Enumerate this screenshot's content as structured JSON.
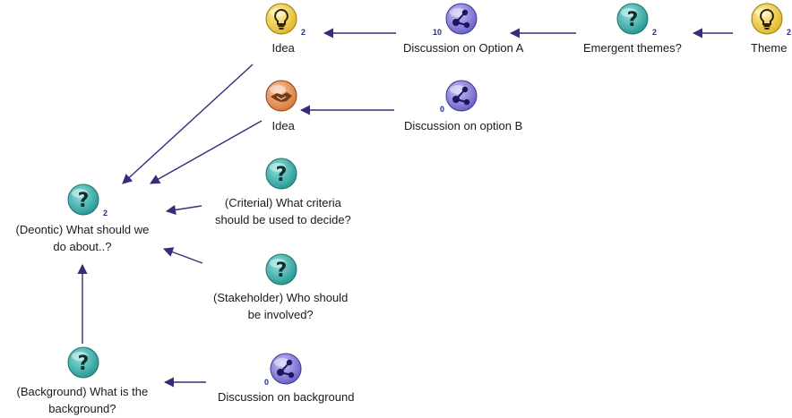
{
  "nodes": [
    {
      "id": "idea-top",
      "type": "idea",
      "label": [
        "Idea"
      ],
      "count": "2"
    },
    {
      "id": "discussion-a",
      "type": "discussion",
      "label": [
        "Discussion on Option A"
      ],
      "count": "10"
    },
    {
      "id": "emergent-themes",
      "type": "question",
      "label": [
        "Emergent themes?"
      ],
      "count": "2"
    },
    {
      "id": "theme",
      "type": "idea",
      "label": [
        "Theme"
      ],
      "count": "2"
    },
    {
      "id": "idea-handshake",
      "type": "agreement",
      "label": [
        "Idea"
      ],
      "count": ""
    },
    {
      "id": "discussion-b",
      "type": "discussion",
      "label": [
        "Discussion on option B"
      ],
      "count": "0"
    },
    {
      "id": "deontic",
      "type": "question",
      "label": [
        "(Deontic) What should we",
        "do about..?"
      ],
      "count": "2"
    },
    {
      "id": "criterial",
      "type": "question",
      "label": [
        "(Criterial) What criteria",
        "should be used to decide?"
      ],
      "count": ""
    },
    {
      "id": "stakeholder",
      "type": "question",
      "label": [
        "(Stakeholder) Who should",
        "be involved?"
      ],
      "count": ""
    },
    {
      "id": "background",
      "type": "question",
      "label": [
        "(Background) What is the",
        "background?"
      ],
      "count": ""
    },
    {
      "id": "discussion-background",
      "type": "discussion",
      "label": [
        "Discussion on background"
      ],
      "count": "0"
    }
  ],
  "links": [
    {
      "from": "discussion-a",
      "to": "idea-top"
    },
    {
      "from": "emergent-themes",
      "to": "discussion-a"
    },
    {
      "from": "theme",
      "to": "emergent-themes"
    },
    {
      "from": "discussion-b",
      "to": "idea-handshake"
    },
    {
      "from": "idea-top",
      "to": "deontic"
    },
    {
      "from": "idea-handshake",
      "to": "deontic"
    },
    {
      "from": "criterial",
      "to": "deontic"
    },
    {
      "from": "stakeholder",
      "to": "deontic"
    },
    {
      "from": "background",
      "to": "deontic"
    },
    {
      "from": "discussion-background",
      "to": "background"
    }
  ],
  "colors": {
    "link": "#3a2a7a",
    "count": "#1d2f86",
    "question": "#2a9a96",
    "idea": "#e2b829",
    "discussion": "#6b63c8",
    "agreement": "#d97a3a"
  }
}
